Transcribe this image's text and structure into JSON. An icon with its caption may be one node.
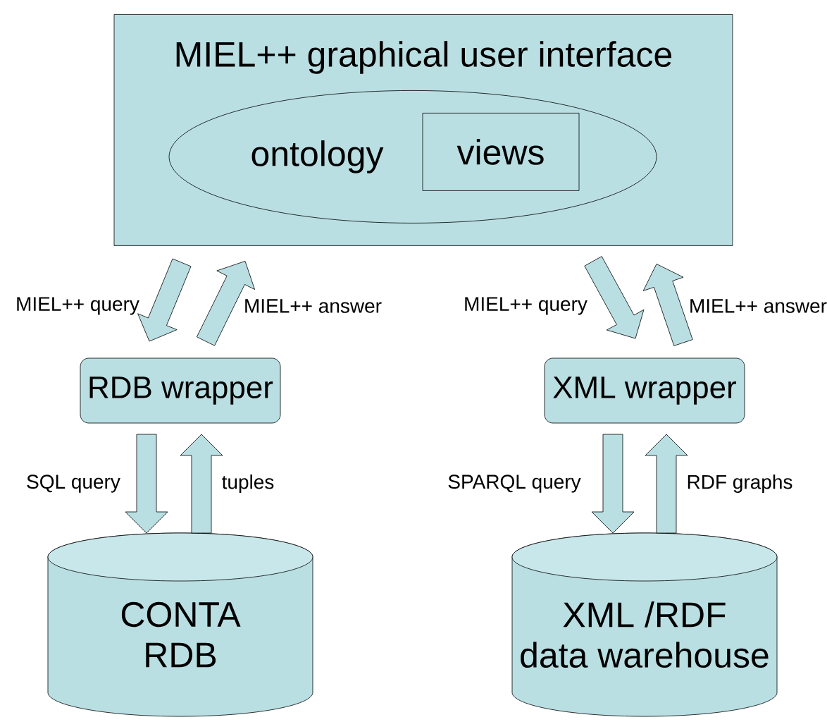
{
  "diagram": {
    "nodes": [
      {
        "text": [
          "MIEL++ graphical user interface"
        ]
      },
      {
        "text": [
          "ontology"
        ],
        "in": 0
      },
      {
        "text": [
          "views"
        ],
        "in": 1
      },
      {
        "text": [
          "RDB wrapper"
        ]
      },
      {
        "text": [
          "XML wrapper"
        ]
      },
      {
        "text": [
          "CONTA RDB"
        ]
      },
      {
        "text": [
          "XML /RDF",
          "data warehouse"
        ]
      }
    ],
    "edges": [
      {
        "from": 0,
        "to": 3,
        "arrow": "to",
        "label": "MIEL++ query"
      },
      {
        "from": 3,
        "to": 0,
        "arrow": "to",
        "label": "MIEL++ answer"
      },
      {
        "from": 0,
        "to": 4,
        "arrow": "to",
        "label": "MIEL++ query"
      },
      {
        "from": 4,
        "to": 0,
        "arrow": "to",
        "label": "MIEL++ answer"
      },
      {
        "from": 3,
        "to": 5,
        "arrow": "to",
        "label": "SQL query"
      },
      {
        "from": 5,
        "to": 3,
        "arrow": "to",
        "label": "tuples"
      },
      {
        "from": 4,
        "to": 6,
        "arrow": "to",
        "label": "SPARQL query"
      },
      {
        "from": 6,
        "to": 4,
        "arrow": "to",
        "label": "RDF graphs"
      }
    ]
  }
}
